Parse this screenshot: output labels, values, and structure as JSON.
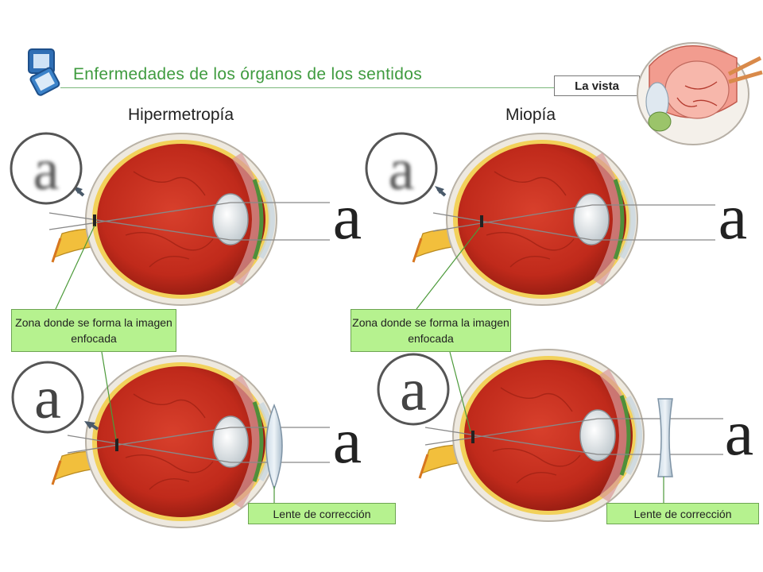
{
  "header": {
    "title": "Enfermedades de los órganos de los sentidos",
    "tag": "La vista",
    "accent_color": "#3f9b3f"
  },
  "sections": {
    "left_title": "Hipermetropía",
    "right_title": "Miopía"
  },
  "callouts": {
    "left": "Zona donde se forma la imagen enfocada",
    "right": "Zona donde se forma la imagen enfocada"
  },
  "lens_labels": {
    "left": "Lente de corrección",
    "right": "Lente de corrección"
  },
  "letters": {
    "object": "a",
    "magnifier": "a"
  },
  "colors": {
    "eyeball": "#c62d1e",
    "sclera": "#f3efe6",
    "callout_fill": "#b6f28f",
    "nerve": "#f2bf3c"
  }
}
